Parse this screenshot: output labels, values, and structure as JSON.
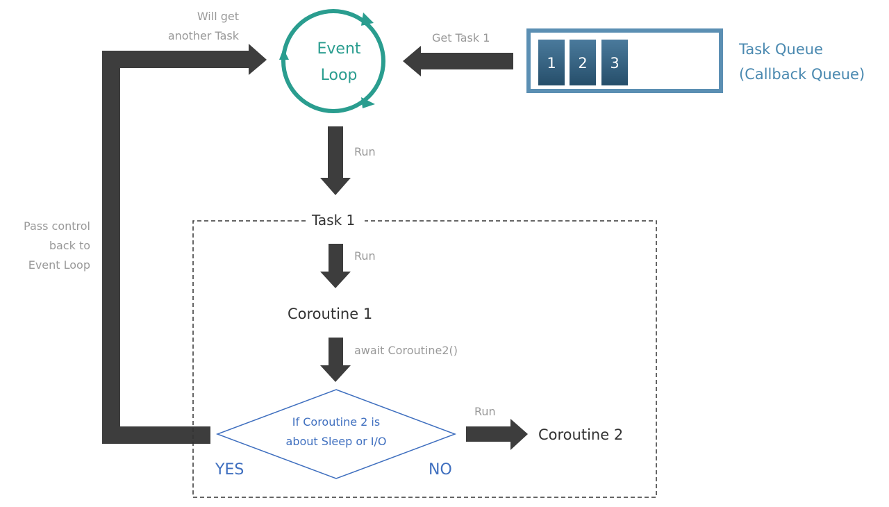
{
  "event_loop": {
    "label_line1": "Event",
    "label_line2": "Loop"
  },
  "task_queue": {
    "title_line1": "Task Queue",
    "title_line2": "(Callback Queue)",
    "items": [
      "1",
      "2",
      "3"
    ]
  },
  "labels": {
    "will_get_line1": "Will get",
    "will_get_line2": "another Task",
    "get_task": "Get Task 1",
    "run_top": "Run",
    "task1": "Task 1",
    "run_inner": "Run",
    "coroutine1": "Coroutine 1",
    "await": "await Coroutine2()",
    "pass_control_line1": "Pass control",
    "pass_control_line2": "back to",
    "pass_control_line3": "Event Loop",
    "decision_line1": "If Coroutine 2 is",
    "decision_line2": "about Sleep or I/O",
    "yes": "YES",
    "no": "NO",
    "run_right": "Run",
    "coroutine2": "Coroutine 2"
  },
  "colors": {
    "arrow": "#3d3d3d",
    "loop": "#2a9d8f",
    "queue_border": "#5b8fb3",
    "queue_item": "#2f5d7c",
    "decision": "#3f6fbf",
    "muted_text": "#999999"
  }
}
